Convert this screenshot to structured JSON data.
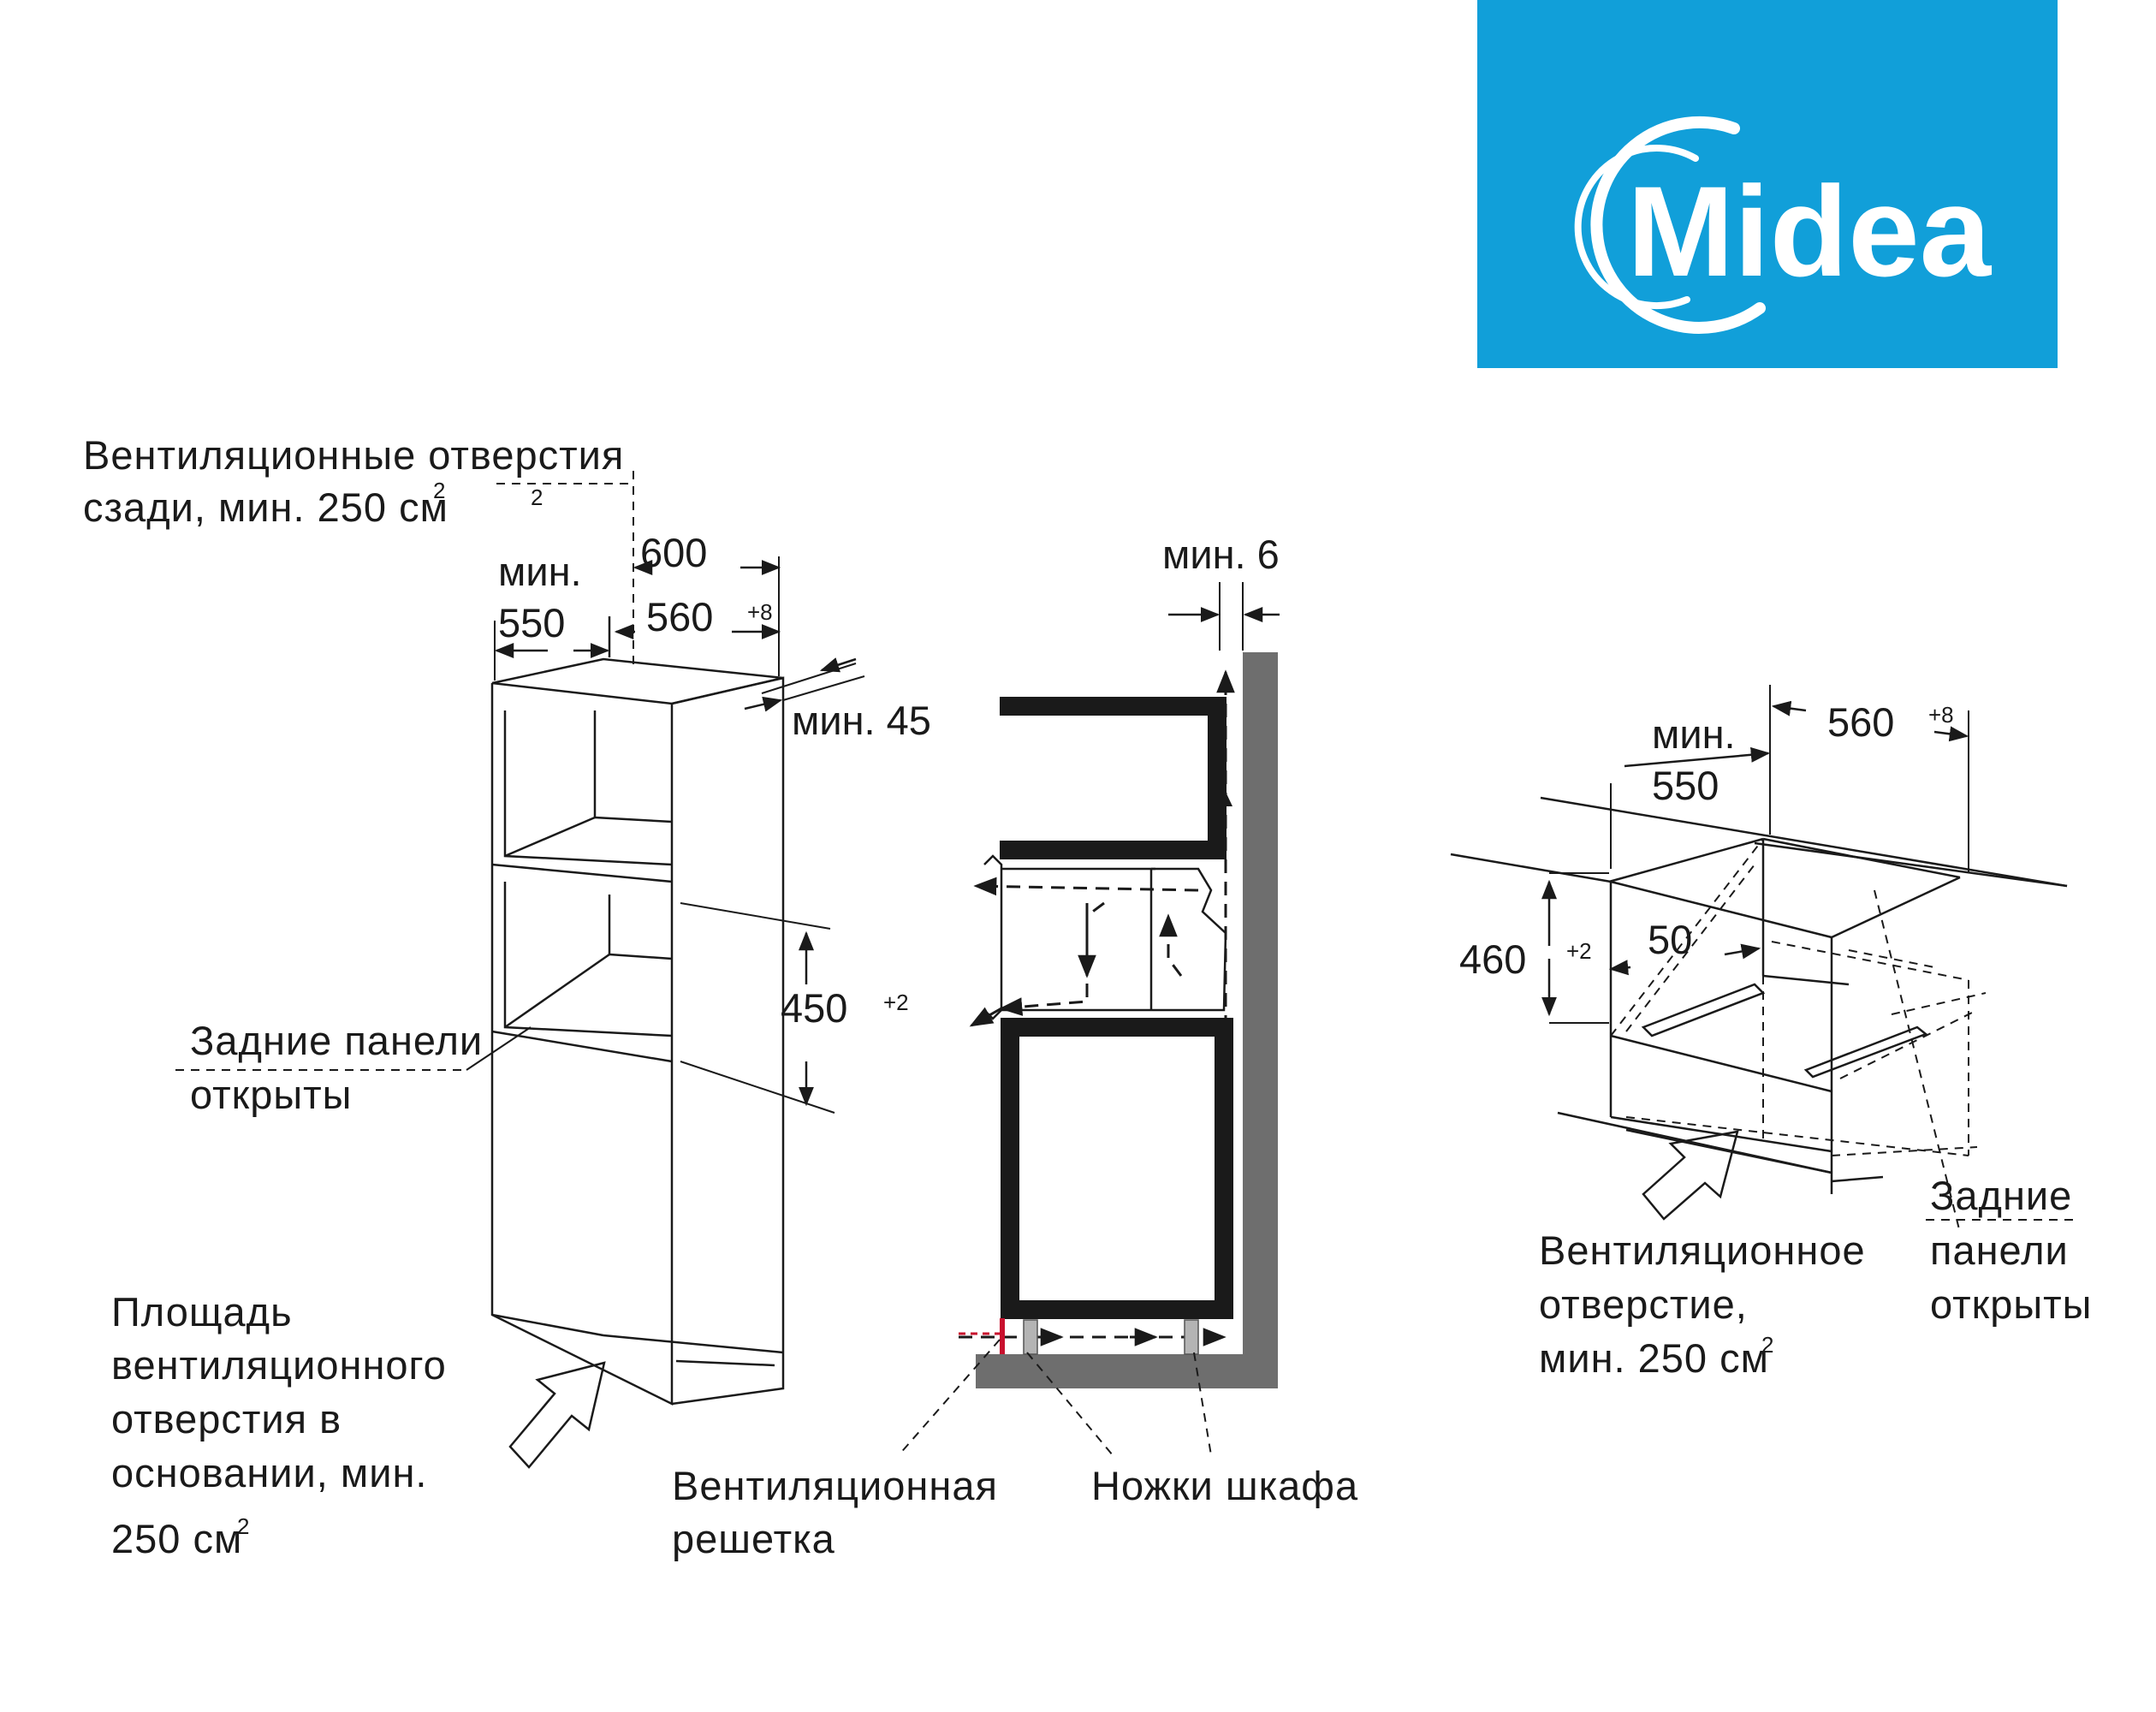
{
  "brand": {
    "name": "Midea",
    "background": "#119fd9",
    "foreground": "#ffffff"
  },
  "colors": {
    "line": "#1a1a1a",
    "wall": "#6e6e6e",
    "grille": "#c8102e",
    "feet": "#b4b4b4"
  },
  "tall_cabinet": {
    "vent_top_label": [
      "Вентиляционные отверстия",
      "сзади, мин. 250 см"
    ],
    "vent_top_sup_a": "2",
    "vent_top_sup_b": "2",
    "min_label": "мин.",
    "width_min": "550",
    "depth_outer": "600",
    "depth_inner": "560",
    "depth_tol": "+8",
    "gap_top": "мин. 45",
    "niche_height": "450",
    "niche_tol": "+2",
    "rear_panels_label": [
      "Задние панели",
      "открыты"
    ],
    "base_vent_label": [
      "Площадь",
      "вентиляционного",
      "отверстия в",
      "основании, мин."
    ],
    "base_vent_value": "250 см",
    "base_vent_sup": "2"
  },
  "section_view": {
    "gap_label": "мин. 6",
    "grille_label": [
      "Вентиляционная",
      "решетка"
    ],
    "feet_label": "Ножки шкафа"
  },
  "undercounter": {
    "min_label": "мин.",
    "width_min": "550",
    "depth": "560",
    "depth_tol": "+8",
    "height": "460",
    "height_tol": "+2",
    "gap": "50",
    "vent_label": [
      "Вентиляционное",
      "отверстие,",
      "мин. 250 см"
    ],
    "vent_sup": "2",
    "rear_panels_label": [
      "Задние",
      "панели",
      "открыты"
    ]
  }
}
